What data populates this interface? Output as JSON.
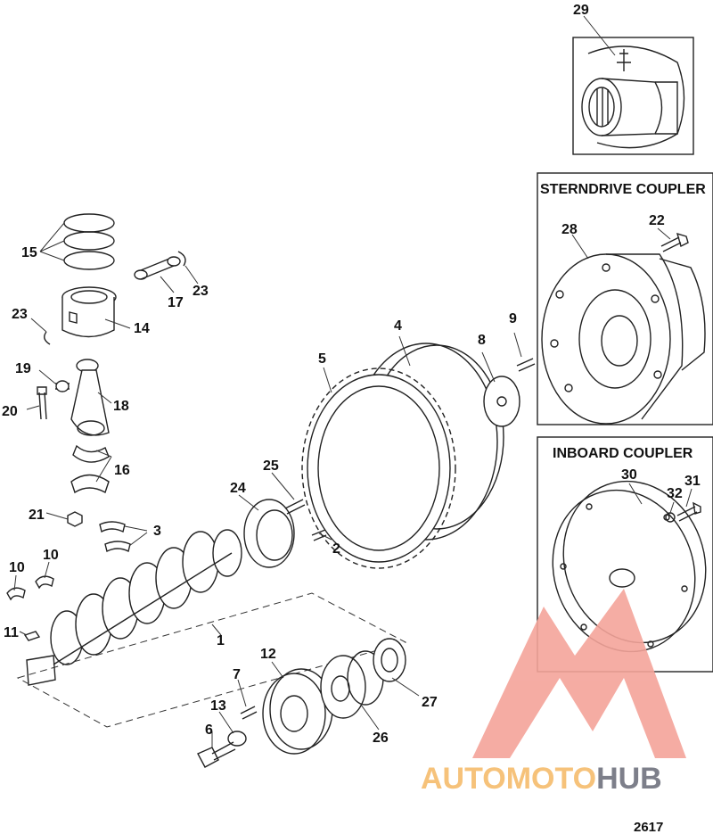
{
  "figure_number": "2617",
  "boxes": {
    "sterndrive_title": "STERNDRIVE COUPLER",
    "inboard_title": "INBOARD COUPLER"
  },
  "callouts": {
    "c1": "1",
    "c2": "2",
    "c3": "3",
    "c4": "4",
    "c5": "5",
    "c6": "6",
    "c7": "7",
    "c8": "8",
    "c9": "9",
    "c10a": "10",
    "c10b": "10",
    "c11": "11",
    "c12": "12",
    "c13": "13",
    "c14": "14",
    "c15": "15",
    "c16": "16",
    "c17": "17",
    "c18": "18",
    "c19": "19",
    "c20": "20",
    "c21": "21",
    "c22": "22",
    "c23a": "23",
    "c23b": "23",
    "c24": "24",
    "c25": "25",
    "c26": "26",
    "c27": "27",
    "c28": "28",
    "c29": "29",
    "c30": "30",
    "c31": "31",
    "c32": "32"
  },
  "watermark": {
    "text_accent": "AUTOMOTO",
    "text_dark": "HUB",
    "accent_color": "#f4a49a",
    "accent_text_color": "#f6c27a",
    "dark_color": "#7d7f8a"
  }
}
